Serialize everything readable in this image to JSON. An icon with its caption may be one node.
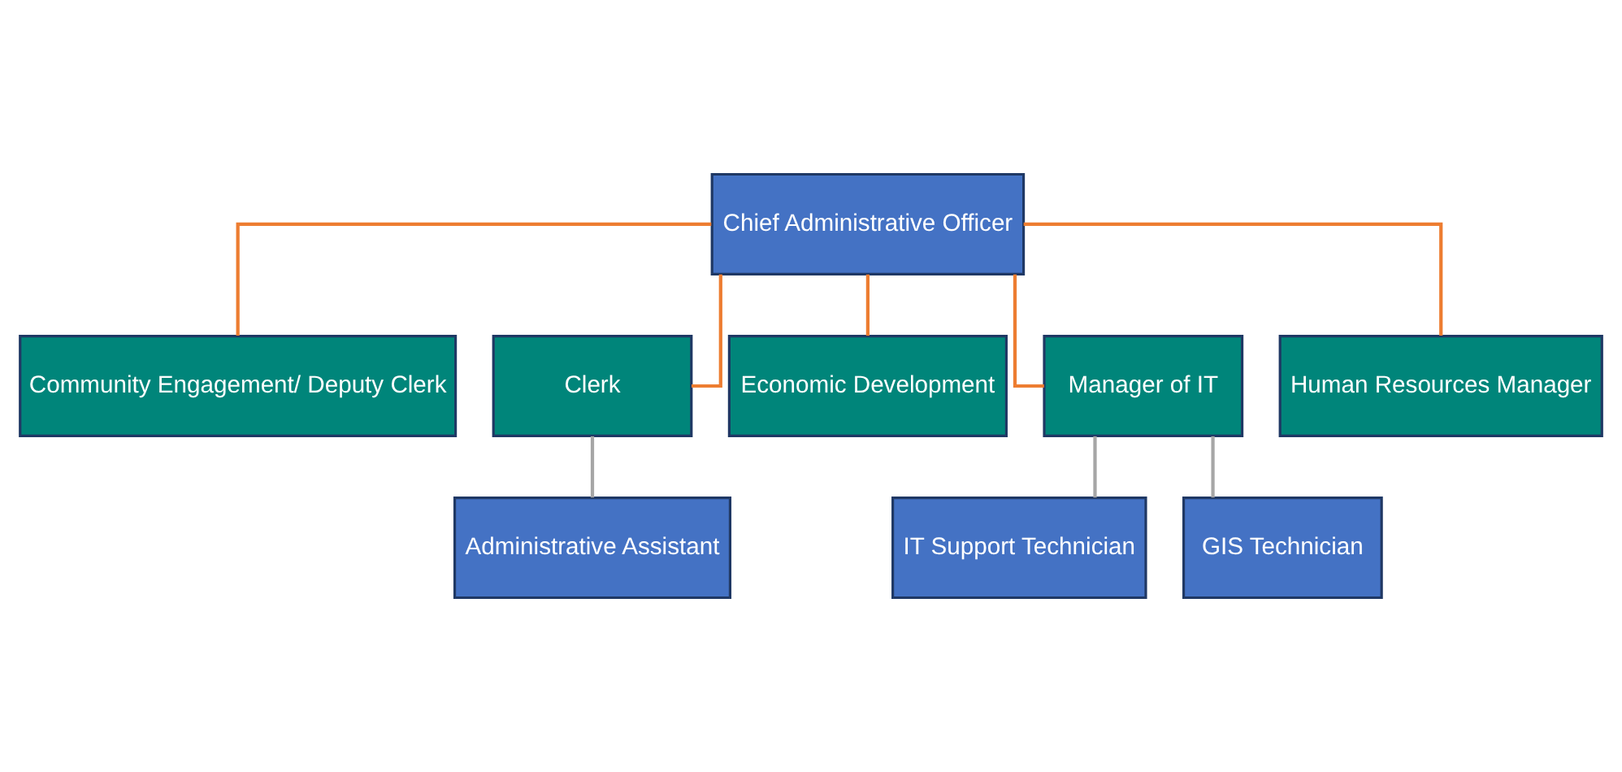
{
  "diagram": {
    "nodes": [
      {
        "text": [
          "Chief Administrative Officer"
        ]
      },
      {
        "text": [
          "Community Engagement/ Deputy Clerk"
        ]
      },
      {
        "text": [
          "Clerk"
        ]
      },
      {
        "text": [
          "Economic Development"
        ]
      },
      {
        "text": [
          "Manager of IT"
        ]
      },
      {
        "text": [
          "Human Resources Manager"
        ]
      },
      {
        "text": [
          "Administrative Assistant"
        ]
      },
      {
        "text": [
          "IT Support Technician"
        ]
      },
      {
        "text": [
          "GIS Technician"
        ]
      }
    ],
    "edges": [
      {
        "from": 0,
        "to": 1,
        "arrow": "none"
      },
      {
        "from": 0,
        "to": 2,
        "arrow": "none"
      },
      {
        "from": 0,
        "to": 3,
        "arrow": "none"
      },
      {
        "from": 0,
        "to": 4,
        "arrow": "none"
      },
      {
        "from": 0,
        "to": 5,
        "arrow": "none"
      },
      {
        "from": 2,
        "to": 6,
        "arrow": "none",
        "color": "#a6a6a6"
      },
      {
        "from": 4,
        "to": 7,
        "arrow": "none",
        "color": "#a6a6a6"
      },
      {
        "from": 4,
        "to": 8,
        "arrow": "none",
        "color": "#a6a6a6"
      }
    ]
  }
}
